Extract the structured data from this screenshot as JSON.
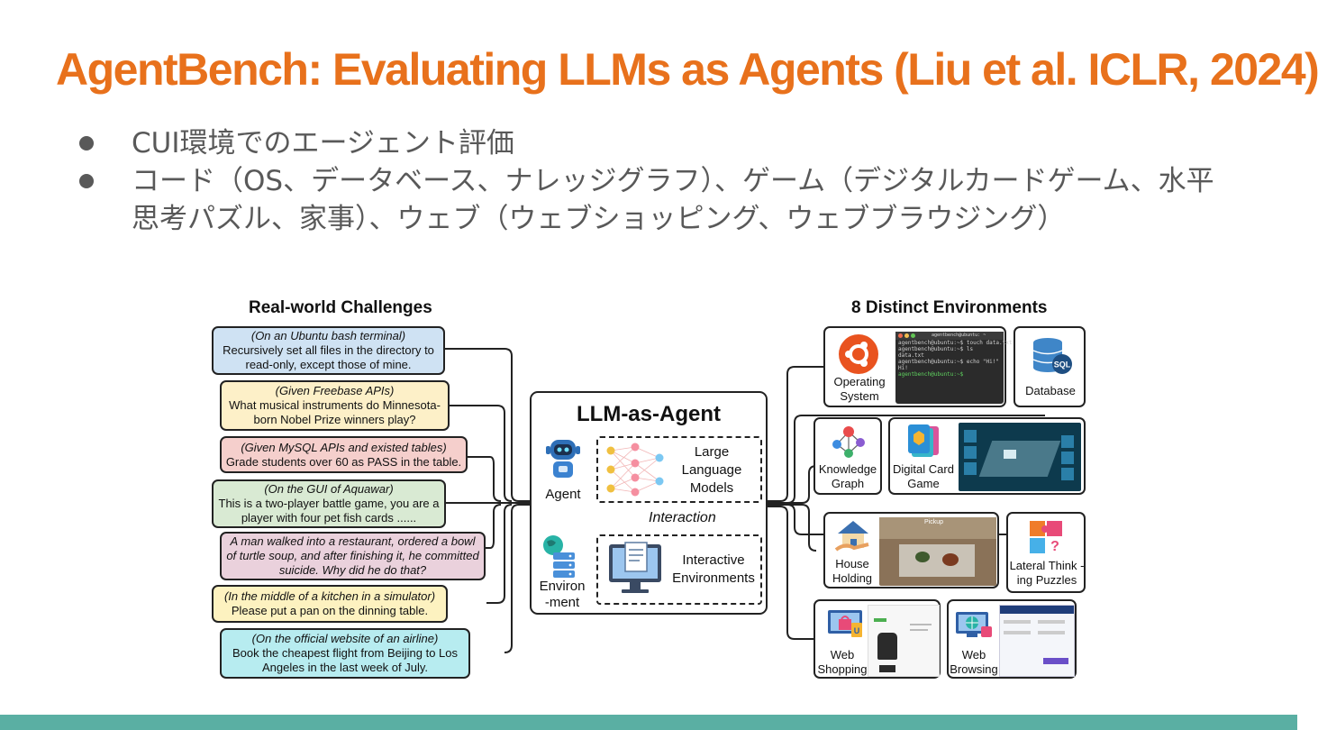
{
  "slide": {
    "title": "AgentBench: Evaluating LLMs as Agents (Liu et al. ICLR, 2024)",
    "bullets": [
      "CUI環境でのエージェント評価",
      "コード（OS、データベース、ナレッジグラフ）、ゲーム（デジタルカードゲーム、水平思考パズル、家事）、ウェブ（ウェブショッピング、ウェブブラウジング）"
    ],
    "colors": {
      "title": "#e8711c",
      "text": "#595959",
      "bottom_bar": "#5aafa3"
    }
  },
  "figure": {
    "left_header": "Real-world Challenges",
    "right_header": "8 Distinct Environments",
    "challenges": [
      {
        "context": "(On an Ubuntu bash terminal)",
        "text": "Recursively set all files in the directory to read-only, except those of mine.",
        "color": "#cfe2f3"
      },
      {
        "context": "(Given Freebase APIs)",
        "text": "What musical instruments do Minnesota-born Nobel Prize winners play?",
        "color": "#fdf0c8"
      },
      {
        "context": "(Given MySQL APIs and existed tables)",
        "text": "Grade students over 60 as PASS in the table.",
        "color": "#f5cfcc"
      },
      {
        "context": "(On the GUI of Aquawar)",
        "text": "This is a two-player battle game, you are a player with four pet fish cards ......",
        "color": "#d9ead3"
      },
      {
        "context": "",
        "text": "A man walked into a restaurant, ordered a bowl of turtle soup, and after finishing it, he committed suicide. Why did he do that?",
        "color": "#ead1dc"
      },
      {
        "context": "(In the middle of a kitchen in a simulator)",
        "text": "Please put a pan on the dinning table.",
        "color": "#fdf2c0"
      },
      {
        "context": "(On the official website of an airline)",
        "text": "Book the cheapest flight from Beijing to Los Angeles in the last week of July.",
        "color": "#b7ecf0"
      }
    ],
    "center": {
      "title": "LLM-as-Agent",
      "agent_label": "Agent",
      "llm_label": "Large Language Models",
      "interaction_label": "Interaction",
      "env_label": "Environ -ment",
      "env_box_label": "Interactive Environments"
    },
    "terminal": {
      "title": "agentbench@ubuntu: ~",
      "lines": [
        "agentbench@ubuntu:~$ touch data.txt",
        "agentbench@ubuntu:~$ ls",
        "data.txt",
        "agentbench@ubuntu:~$ echo \"Hi!\"",
        "Hi!",
        "agentbench@ubuntu:~$"
      ]
    },
    "environments": {
      "os": "Operating System",
      "db": "Database",
      "db_badge": "SQL",
      "kg": "Knowledge Graph",
      "card": "Digital Card Game",
      "house": "House Holding",
      "house_caption": "Pickup",
      "puzzle": "Lateral Think -ing Puzzles",
      "shop": "Web Shopping",
      "browse": "Web Browsing"
    }
  }
}
